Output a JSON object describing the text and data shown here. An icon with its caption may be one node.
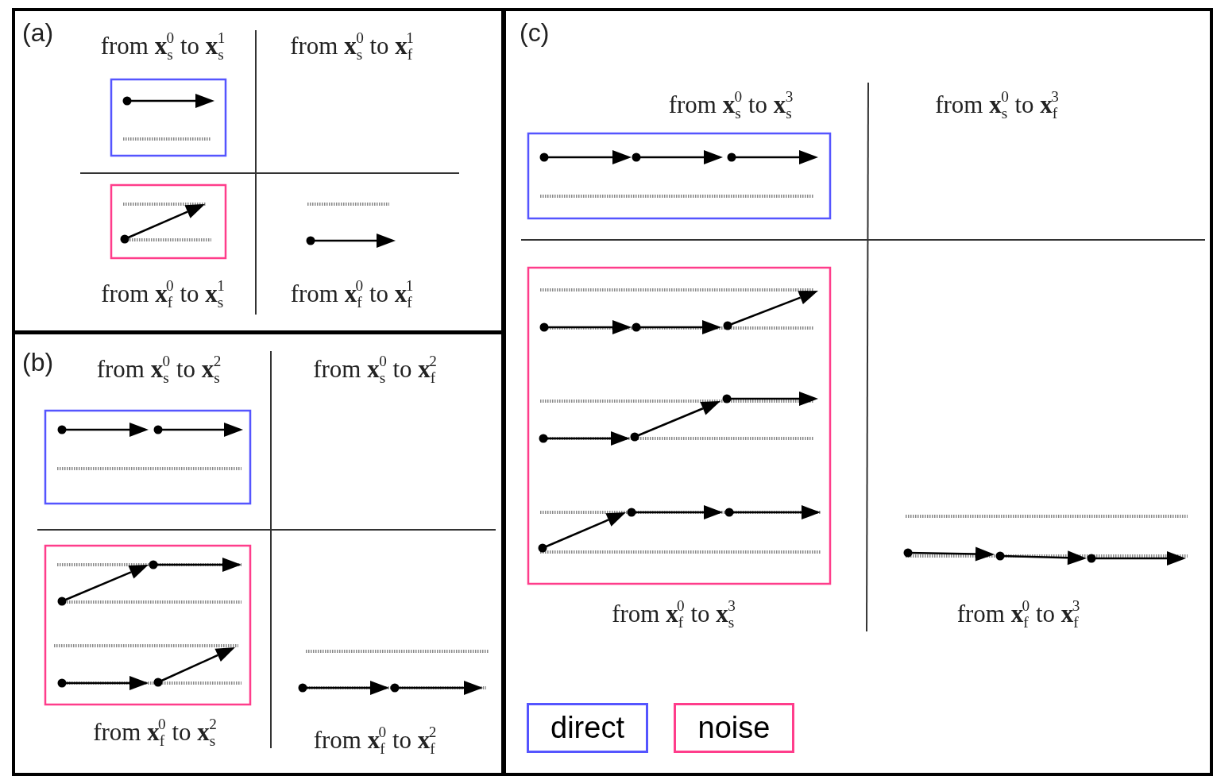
{
  "diagram": {
    "nodes": [
      {
        "text": [
          "(a)",
          "from **x**$_{s}$$^{0}$ to **x**$_{s}$$^{1}$",
          "from **x**$_{s}$$^{0}$ to **x**$_{f}$$^{1}$",
          "from **x**$_{f}$$^{0}$ to **x**$_{s}$$^{1}$",
          "from **x**$_{f}$$^{0}$ to **x**$_{f}$$^{1}$"
        ]
      },
      {
        "text": [
          "(b)",
          "from **x**$_{s}$$^{0}$ to **x**$_{s}$$^{2}$",
          "from **x**$_{s}$$^{0}$ to **x**$_{f}$$^{2}$",
          "from **x**$_{f}$$^{0}$ to **x**$_{s}$$^{2}$",
          "from **x**$_{f}$$^{0}$ to **x**$_{f}$$^{2}$"
        ]
      },
      {
        "text": [
          "(c)",
          "from **x**$_{s}$$^{0}$ to **x**$_{s}$$^{3}$",
          "from **x**$_{s}$$^{0}$ to **x**$_{f}$$^{3}$",
          "from **x**$_{f}$$^{0}$ to **x**$_{s}$$^{3}$",
          "from **x**$_{f}$$^{0}$ to **x**$_{f}$$^{3}$"
        ]
      }
    ],
    "legend": [
      {
        "text": "direct",
        "color": "#5555ff"
      },
      {
        "text": "noise",
        "color": "#ff3d8b"
      }
    ]
  }
}
